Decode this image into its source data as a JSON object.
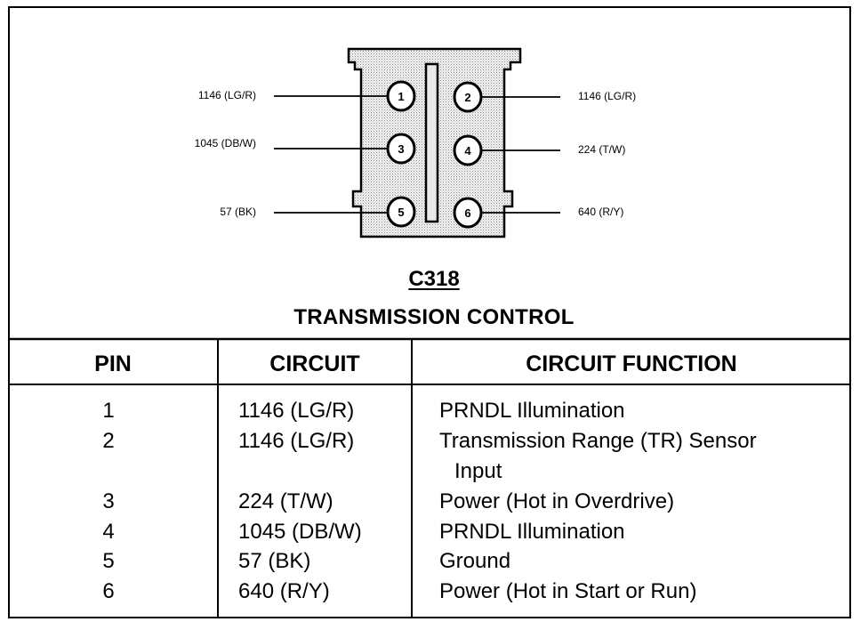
{
  "connector": {
    "code": "C318",
    "name": "TRANSMISSION CONTROL",
    "pins": [
      {
        "number": "1",
        "wire": "1146 (LG/R)"
      },
      {
        "number": "2",
        "wire": "1146 (LG/R)"
      },
      {
        "number": "3",
        "wire": "1045 (DB/W)"
      },
      {
        "number": "4",
        "wire": "224 (T/W)"
      },
      {
        "number": "5",
        "wire": "57 (BK)"
      },
      {
        "number": "6",
        "wire": "640 (R/Y)"
      }
    ]
  },
  "table": {
    "headers": [
      "PIN",
      "CIRCUIT",
      "CIRCUIT FUNCTION"
    ],
    "rows": [
      {
        "pin": "1",
        "circuit": "1146 (LG/R)",
        "function": "PRNDL Illumination",
        "function_cont": ""
      },
      {
        "pin": "2",
        "circuit": "1146 (LG/R)",
        "function": "Transmission Range (TR) Sensor",
        "function_cont": "Input"
      },
      {
        "pin": "3",
        "circuit": "224 (T/W)",
        "function": "Power (Hot in Overdrive)",
        "function_cont": ""
      },
      {
        "pin": "4",
        "circuit": "1045 (DB/W)",
        "function": "PRNDL Illumination",
        "function_cont": ""
      },
      {
        "pin": "5",
        "circuit": "57 (BK)",
        "function": "Ground",
        "function_cont": ""
      },
      {
        "pin": "6",
        "circuit": "640 (R/Y)",
        "function": "Power (Hot in Start or Run)",
        "function_cont": ""
      }
    ]
  }
}
